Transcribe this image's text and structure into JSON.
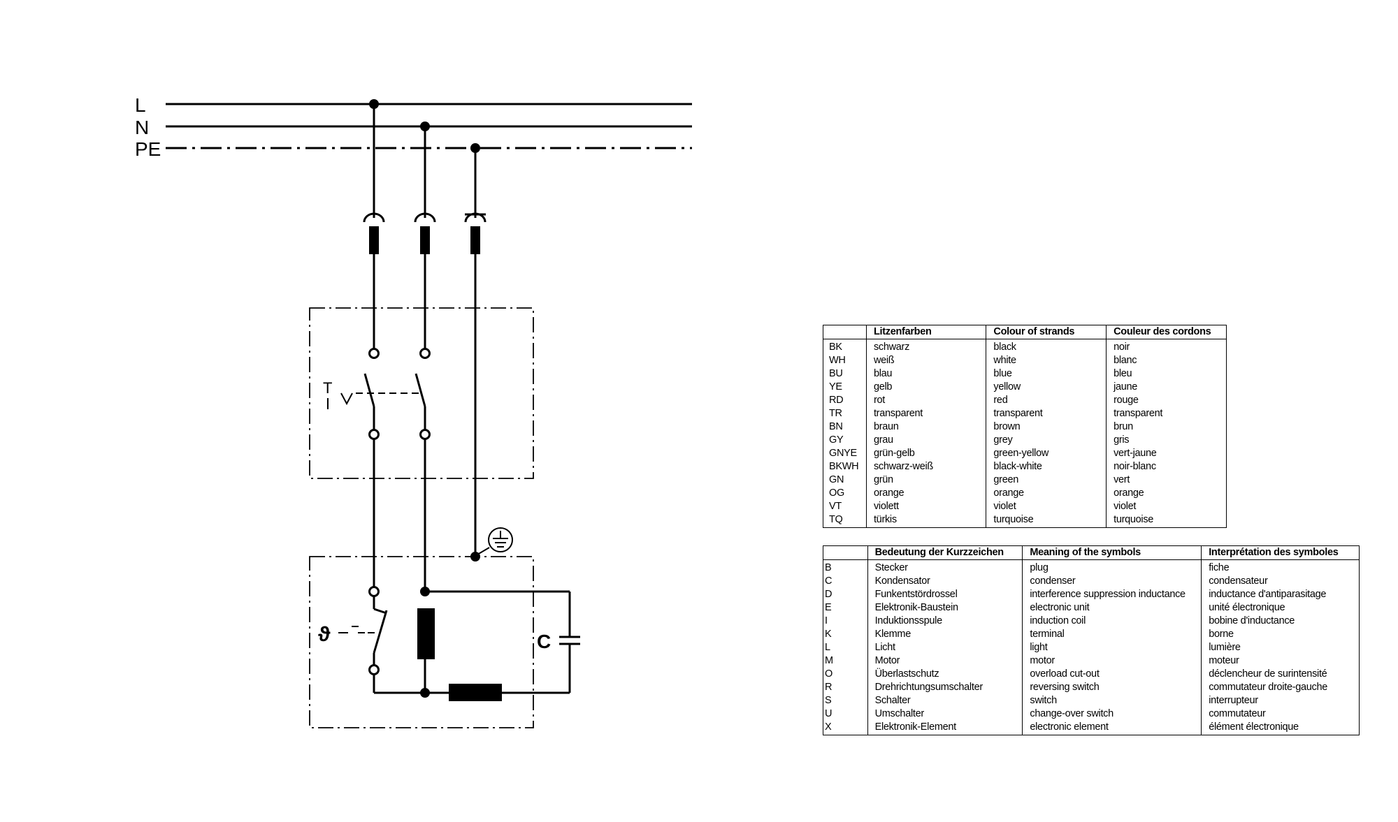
{
  "diagram": {
    "rails": {
      "l": "L",
      "n": "N",
      "pe": "PE"
    },
    "capacitor_label": "C",
    "thermal_symbol": "ϑ",
    "test_switch_symbol": "T"
  },
  "strands_table": {
    "headers": [
      "",
      "Litzenfarben",
      "Colour of strands",
      "Couleur des cordons"
    ],
    "rows": [
      [
        "BK",
        "schwarz",
        "black",
        "noir"
      ],
      [
        "WH",
        "weiß",
        "white",
        "blanc"
      ],
      [
        "BU",
        "blau",
        "blue",
        "bleu"
      ],
      [
        "YE",
        "gelb",
        "yellow",
        "jaune"
      ],
      [
        "RD",
        "rot",
        "red",
        "rouge"
      ],
      [
        "TR",
        "transparent",
        "transparent",
        "transparent"
      ],
      [
        "BN",
        "braun",
        "brown",
        "brun"
      ],
      [
        "GY",
        "grau",
        "grey",
        "gris"
      ],
      [
        "GNYE",
        "grün-gelb",
        "green-yellow",
        "vert-jaune"
      ],
      [
        "BKWH",
        "schwarz-weiß",
        "black-white",
        "noir-blanc"
      ],
      [
        "GN",
        "grün",
        "green",
        "vert"
      ],
      [
        "OG",
        "orange",
        "orange",
        "orange"
      ],
      [
        "VT",
        "violett",
        "violet",
        "violet"
      ],
      [
        "TQ",
        "türkis",
        "turquoise",
        "turquoise"
      ]
    ]
  },
  "symbols_table": {
    "headers": [
      "",
      "Bedeutung der Kurzzeichen",
      "Meaning of the symbols",
      "Interprétation des symboles"
    ],
    "rows": [
      [
        "B",
        "Stecker",
        "plug",
        "fiche"
      ],
      [
        "C",
        "Kondensator",
        "condenser",
        "condensateur"
      ],
      [
        "D",
        "Funkentstördrossel",
        "interference suppression inductance",
        "inductance d'antiparasitage"
      ],
      [
        "E",
        "Elektronik-Baustein",
        "electronic unit",
        "unité électronique"
      ],
      [
        "I",
        "Induktionsspule",
        "induction coil",
        "bobine d'inductance"
      ],
      [
        "K",
        "Klemme",
        "terminal",
        "borne"
      ],
      [
        "L",
        "Licht",
        "light",
        "lumière"
      ],
      [
        "M",
        "Motor",
        "motor",
        "moteur"
      ],
      [
        "O",
        "Überlastschutz",
        "overload cut-out",
        "déclencheur de surintensité"
      ],
      [
        "R",
        "Drehrichtungsumschalter",
        "reversing switch",
        "commutateur droite-gauche"
      ],
      [
        "S",
        "Schalter",
        "switch",
        "interrupteur"
      ],
      [
        "U",
        "Umschalter",
        "change-over switch",
        "commutateur"
      ],
      [
        "X",
        "Elektronik-Element",
        "electronic element",
        "élément électronique"
      ]
    ]
  }
}
